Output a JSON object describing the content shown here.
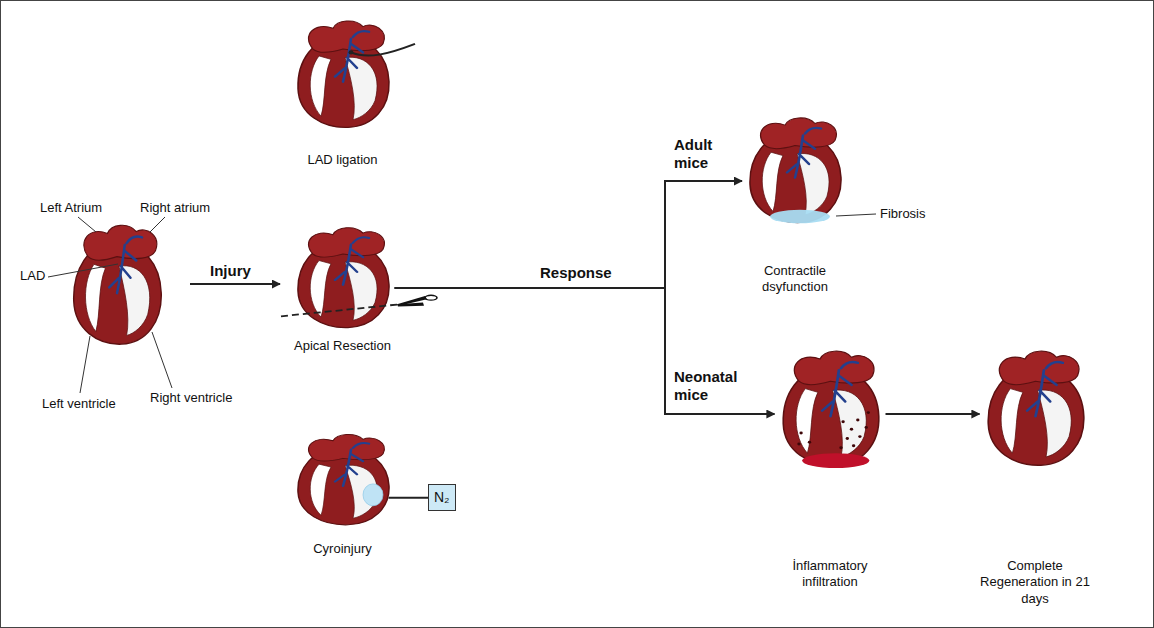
{
  "diagram": {
    "nodes": [
      {
        "text": [
          "LAD ligation"
        ]
      },
      {
        "text": [
          "Apical Resection"
        ]
      },
      {
        "text": [
          "Cyroinjury"
        ]
      },
      {
        "text": [
          "N₂"
        ]
      },
      {
        "text": [
          "Contractile dsyfunction"
        ]
      },
      {
        "text": [
          "İnflammatory infiltration"
        ]
      },
      {
        "text": [
          "Complete Regeneration in 21 days"
        ]
      }
    ],
    "edges": [
      {
        "from": 1,
        "to": 4,
        "label": "Adult mice",
        "arrow": "to"
      },
      {
        "from": 1,
        "to": 5,
        "label": "Neonatal mice",
        "arrow": "to"
      },
      {
        "from": 5,
        "to": 6,
        "arrow": "to"
      },
      {
        "from": 2,
        "to": 3,
        "arrow": "none"
      }
    ],
    "labels": [
      "Left Atrium",
      "Right atrium",
      "LAD",
      "Left ventricle",
      "Right ventricle",
      "Injury",
      "Response",
      "Fibrosis"
    ]
  }
}
